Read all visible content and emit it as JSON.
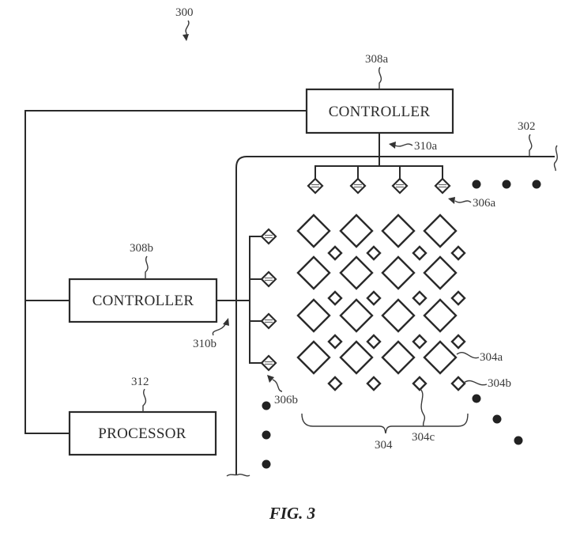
{
  "figure": {
    "caption": "FIG. 3",
    "reference": "300"
  },
  "blocks": {
    "controller_a": {
      "label": "CONTROLLER",
      "ref": "308a"
    },
    "controller_b": {
      "label": "CONTROLLER",
      "ref": "308b"
    },
    "processor": {
      "label": "PROCESSOR",
      "ref": "312"
    }
  },
  "references": {
    "bus": "302",
    "array": "304",
    "large_element": "304a",
    "small_element": "304b",
    "small_element_c": "304c",
    "sensor_row_top": "306a",
    "sensor_col_left": "306b",
    "link_a": "310a",
    "link_b": "310b"
  },
  "array": {
    "large_rows": 4,
    "large_cols": 4,
    "small_rows": 4,
    "small_cols": 4
  },
  "sensors": {
    "top_count": 4,
    "left_count": 4
  },
  "continuation_dots": {
    "top_right": 3,
    "left_bottom": 3,
    "diagonal": 3
  }
}
